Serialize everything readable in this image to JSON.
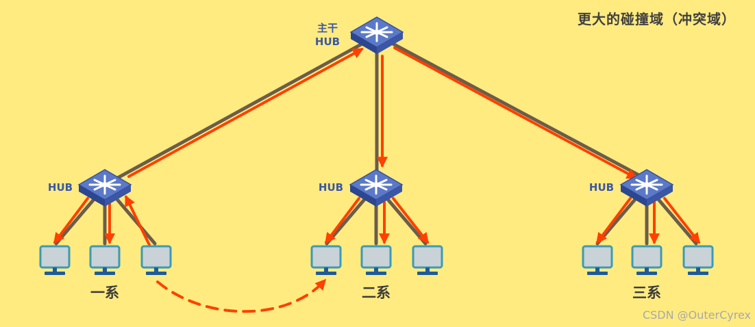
{
  "title": "更大的碰撞域（冲突域）",
  "watermark": "CSDN @OuterCyrex",
  "colors": {
    "background": "#FFEB80",
    "cable": "#6B5D4A",
    "signal": "#FF4000",
    "hub_top": "#5B79C8",
    "hub_side": "#2C4690",
    "hub_label": "#3B57A6",
    "screen": "#C9D2D6",
    "screen_border": "#3B9BB5",
    "pc_stand": "#1E5B9B"
  },
  "icons": {
    "hub": "hub-icon",
    "computer": "computer-icon"
  },
  "backbone": {
    "label_line1": "主干",
    "label_line2": "HUB"
  },
  "groups": [
    {
      "name": "一系",
      "hub_label": "HUB"
    },
    {
      "name": "二系",
      "hub_label": "HUB"
    },
    {
      "name": "三系",
      "hub_label": "HUB"
    }
  ]
}
